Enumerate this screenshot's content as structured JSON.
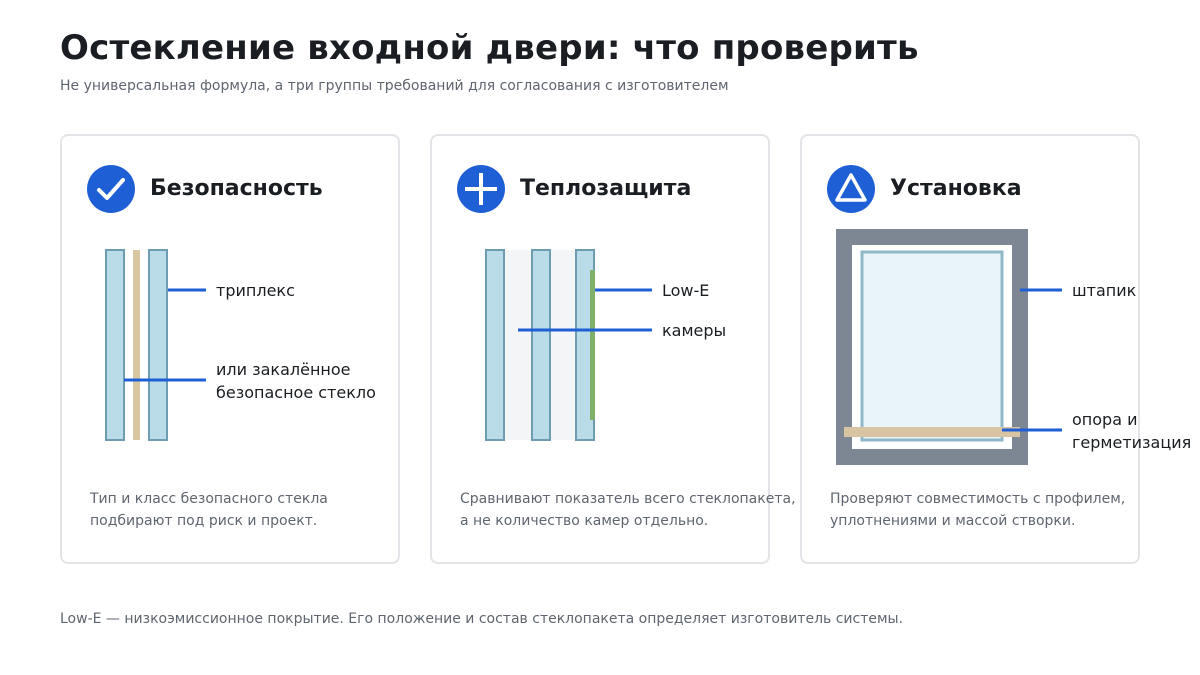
{
  "header": {
    "title": "Остекление входной двери: что проверить",
    "subtitle": "Не универсальная формула, а три группы требований для согласования с изготовителем"
  },
  "colors": {
    "accent": "#1f5fd6",
    "glass": "#b9dce8",
    "glass_border": "#6e9cb0",
    "interlayer": "#d8c7a0",
    "lowe_coating": "#7fb069",
    "frame": "#7d8794",
    "gasket": "#d8c3a3"
  },
  "cards": [
    {
      "icon": "check-icon",
      "title": "Безопасность",
      "labels": [
        "триплекс",
        "или закалённое",
        "безопасное стекло"
      ],
      "desc": [
        "Тип и класс безопасного стекла",
        "подбирают под риск и проект."
      ]
    },
    {
      "icon": "plus-icon",
      "title": "Теплозащита",
      "labels": [
        "Low-E",
        "камеры"
      ],
      "desc": [
        "Сравнивают показатель всего стеклопакета,",
        "а не количество камер отдельно."
      ]
    },
    {
      "icon": "triangle-icon",
      "title": "Установка",
      "labels": [
        "штапик",
        "опора и",
        "герметизация"
      ],
      "desc": [
        "Проверяют совместимость с профилем,",
        "уплотнениями и массой створки."
      ]
    }
  ],
  "footnote": "Low-E — низкоэмиссионное покрытие. Его положение и состав стеклопакета определяет изготовитель системы."
}
